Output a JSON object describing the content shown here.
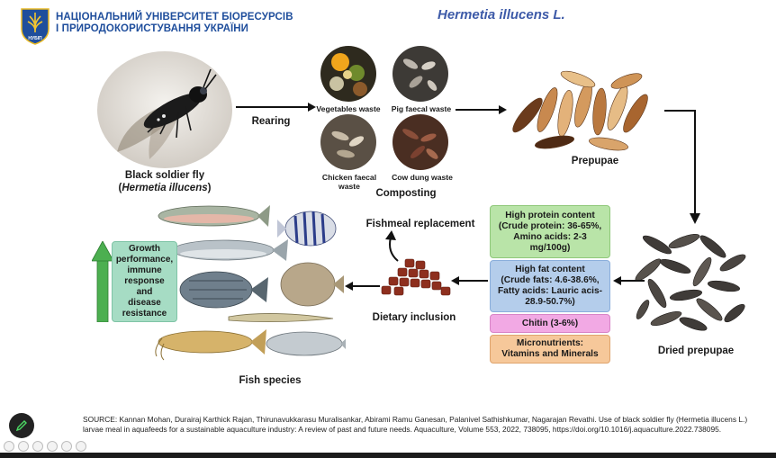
{
  "header": {
    "university_line1": "НАЦІОНАЛЬНИЙ УНІВЕРСИТЕТ БІОРЕСУРСІВ",
    "university_line2": "І ПРИРОДОКОРИСТУВАННЯ УКРАЇНИ",
    "logo_text": "НУБІП",
    "title": "Hermetia illucens L."
  },
  "fly": {
    "label_line1": "Black soldier fly",
    "label_paren_open": "(",
    "label_species": "Hermetia illucens",
    "label_paren_close": ")"
  },
  "rearing_label": "Rearing",
  "wastes": {
    "vegetables": "Vegetables waste",
    "pig": "Pig faecal waste",
    "chicken_line1": "Chicken faecal",
    "chicken_line2": "waste",
    "cow": "Cow dung waste"
  },
  "composting_label": "Composting",
  "prepupae_label": "Prepupae",
  "dried_prepupae_label": "Dried prepupae",
  "nutrients": {
    "protein": [
      "High protein content",
      "(Crude protein: 36-65%,",
      "Amino acids: 2-3",
      "mg/100g)"
    ],
    "fat": [
      "High fat content",
      "(Crude fats: 4.6-38.6%,",
      "Fatty acids: Lauric acis-",
      "28.9-50.7%)"
    ],
    "chitin": "Chitin (3-6%)",
    "micronutrients": [
      "Micronutrients:",
      "Vitamins and Minerals"
    ]
  },
  "fishmeal_label": "Fishmeal replacement",
  "dietary_label": "Dietary inclusion",
  "fish_species_label": "Fish species",
  "growth_box": [
    "Growth",
    "performance,",
    "immune",
    "response and",
    "disease",
    "resistance"
  ],
  "source": "SOURCE: Kannan Mohan, Durairaj Karthick Rajan, Thirunavukkarasu Muralisankar, Abirami Ramu Ganesan, Palanivel Sathishkumar, Nagarajan Revathi. Use of black soldier fly (Hermetia illucens L.) larvae meal in aquafeeds for a sustainable aquaculture industry: A review of past and future needs. Aquaculture, Volume 553, 2022, 738095,  https://doi.org/10.1016/j.aquaculture.2022.738095.",
  "colors": {
    "title_blue": "#3d5aa8",
    "university_blue": "#1f4e9c",
    "protein_green": "#b9e4a8",
    "fat_blue": "#b4cdeb",
    "chitin_pink": "#f2a9e4",
    "micro_orange": "#f6c89a",
    "growth_mint": "#a6dcc4",
    "growth_arrow": "#4caf50"
  }
}
